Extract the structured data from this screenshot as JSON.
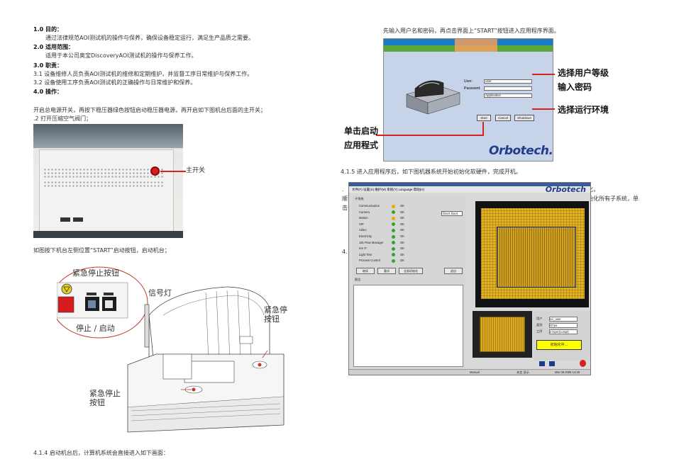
{
  "left": {
    "s1_title": "1.0 目的：",
    "s1_body": "通过法律规范AOI测试机的操作与保养，确保设备稳定运行，满足生产品质之需要。",
    "s2_title": "2.0 适用范围：",
    "s2_body": "适用于本公司奥宝DiscoveryAOI测试机的操作与保养工作。",
    "s3_title": "3.0 职责：",
    "s3_1": "3.1 设备维修人员负责AOI测试机的维修和定期维护，并监督工序日常维护与保养工作。",
    "s3_2": "3.2 设备使用工序负责AOI测试机的正确操作与日常维护和保养。",
    "s4_title": "4.0 操作：",
    "p_power": "开启总电源开关，再按下稳压器绿色按钮启动稳压器电源，再开启如下图机台后面的主开关；",
    "p_air": ".2 打开压缩空气阀门；",
    "label_main_switch": "主开关",
    "p_start": "如图按下机台左侧位置“START”启动按钮，启动机台；",
    "callout_estop_top": "紧急停止按钮",
    "callout_signal": "信号灯",
    "callout_stop_start": "停止 / 启动",
    "callout_estop_right_1": "紧急停",
    "callout_estop_right_2": "按钮",
    "callout_estop_bottom_1": "紧急停止",
    "callout_estop_bottom_2": "按钮",
    "p_414": "4.1.4 启动机台后，计算机系统会直接进入如下画面："
  },
  "right": {
    "p_login": "先输入用户名和密码，再点击界面上“START”按钮进入应用程序界面。",
    "callout_user_1": "选择用户等级",
    "callout_user_2": "输入密码",
    "callout_env": "选择运行环境",
    "callout_app_1": "单击启动",
    "callout_app_2": "应用程式",
    "p_415": "4.1.5 进入应用程序后，如下图机器系统开始初始化软硬件，完成开机。",
    "frag_1": "化，",
    "frag_2": "始化所有子系统，单",
    "frag_left_1": ".",
    "frag_left_2": "顺",
    "frag_left_3": "击",
    "frag_left_4": "4."
  },
  "login_ui": {
    "user_label": "User:",
    "user_value": "user",
    "password_label": "Password:",
    "env_value": "Application",
    "btn_start": "Start",
    "btn_cancel": "Cancel",
    "btn_shutdown": "Shutdown",
    "logo": "Orbotech."
  },
  "app_ui": {
    "menu": "文件(F)  设置(S)  维护(M)  系统(Y)  Language  帮助(H)",
    "logo": "Orbotech",
    "group_title": "子系统",
    "subsystems": [
      {
        "name": "Communication",
        "status": "OK",
        "color": "#e0b000"
      },
      {
        "name": "Camera",
        "status": "OK",
        "color": "#2fa52f"
      },
      {
        "name": "Motion",
        "status": "OK",
        "color": "#e0b000"
      },
      {
        "name": "SIP",
        "status": "OK",
        "color": "#2fa52f"
      },
      {
        "name": "Video",
        "status": "OK",
        "color": "#2fa52f"
      },
      {
        "name": "Electricity",
        "status": "OK",
        "color": "#2fa52f"
      },
      {
        "name": "Job Flow Manager",
        "status": "OK",
        "color": "#2fa52f"
      },
      {
        "name": "Intr IT",
        "status": "OK",
        "color": "#2fa52f"
      },
      {
        "name": "Light Test",
        "status": "OK",
        "color": "#2fa52f"
      },
      {
        "name": "Process Control",
        "status": "OK",
        "color": "#2fa52f"
      }
    ],
    "select_value": "Short Boot",
    "btn_1": "继续",
    "btn_2": "重试",
    "btn_3": "全部初始化",
    "btn_4": "退出",
    "log_label": "报告",
    "info_1_label": "用户",
    "info_1_value": "sci_user",
    "info_2_label": "类别",
    "info_2_value": "OTps",
    "info_3_label": "工序",
    "info_3_value": "2 layer(Lumpl)",
    "init_button": "初始化中...",
    "status_left": "Manual",
    "status_mid": "未定  显示",
    "status_right": "Mar 08 2005  14:26"
  }
}
